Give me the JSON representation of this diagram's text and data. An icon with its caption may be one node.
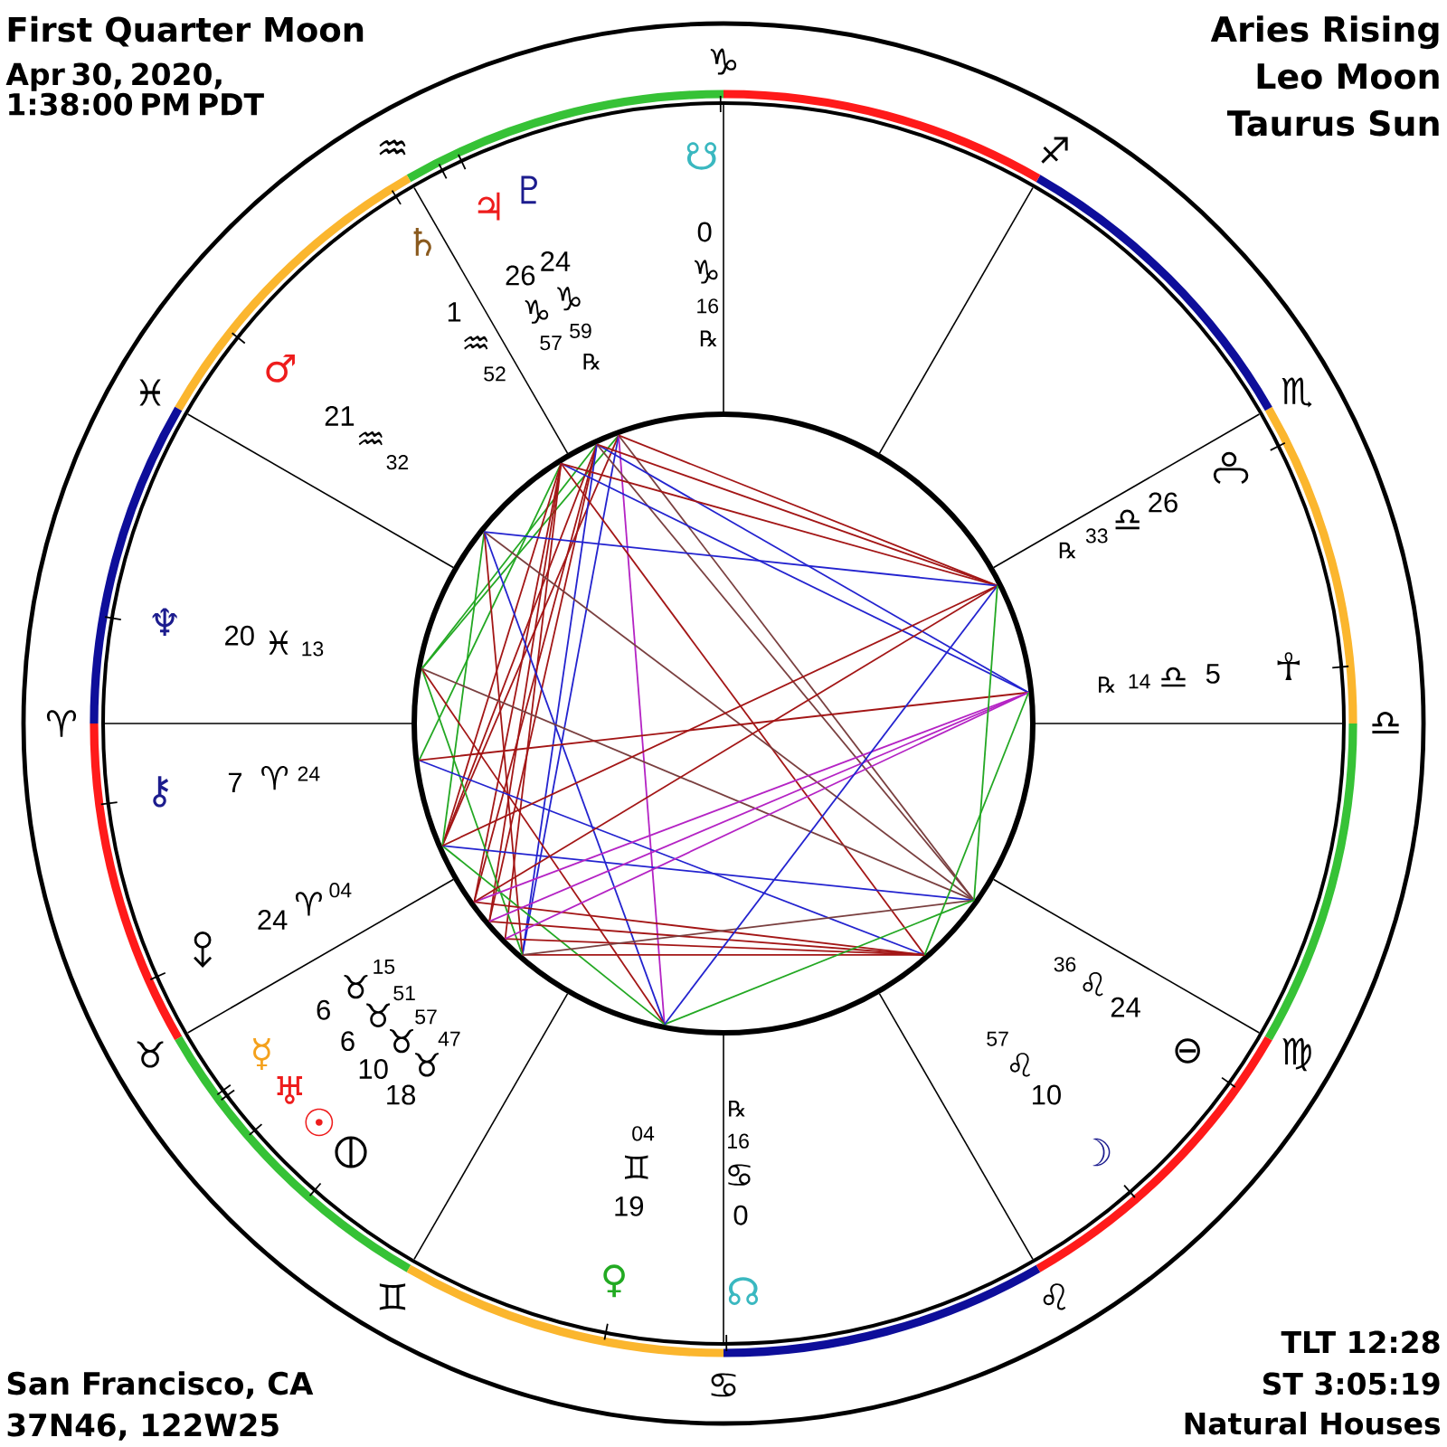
{
  "diagram": {
    "title": "First Quarter Moon",
    "labels": [
      "Apr 30, 2020, 1:38:00 PM PDT",
      "Aries Rising",
      "Leo Moon",
      "Taurus Sun",
      "♈",
      "♉",
      "♊",
      "♋",
      "♌",
      "♍",
      "♎",
      "♏",
      "♐",
      "♑",
      "♒",
      "♓",
      "☋",
      "0",
      "♑",
      "16",
      "℞",
      "♇",
      "24",
      "♑",
      "59",
      "℞",
      "♃",
      "26",
      "♑",
      "57",
      "♄",
      "1",
      "♒",
      "52",
      "♂",
      "21",
      "♒",
      "32",
      "♆",
      "20",
      "♓",
      "13",
      "⚷",
      "7",
      "♈",
      "24",
      "24",
      "♈",
      "04",
      "☿",
      "6",
      "♉",
      "15",
      "♅",
      "6",
      "♉",
      "51",
      "☉",
      "10",
      "♉",
      "57",
      "18",
      "♉",
      "47",
      "♀",
      "19",
      "♊",
      "04",
      "☊",
      "0",
      "♋",
      "16",
      "℞",
      "☽",
      "10",
      "♌",
      "57",
      "⊖",
      "24",
      "♌",
      "36",
      "☥",
      "5",
      "♎",
      "14",
      "℞",
      "26",
      "♎",
      "33",
      "℞",
      "San Francisco, CA",
      "37N46, 122W25",
      "TLT 12:28",
      "ST 3:05:19",
      "Natural Houses"
    ]
  }
}
